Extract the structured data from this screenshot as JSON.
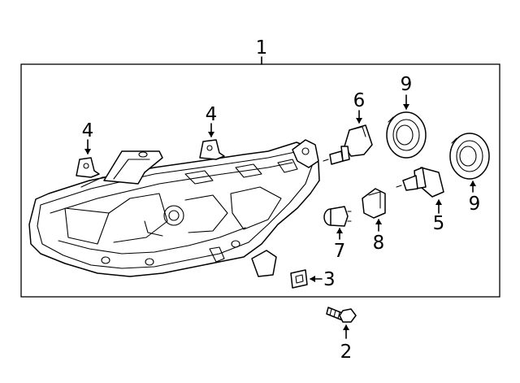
{
  "callouts": {
    "assembly": "1",
    "screw": "2",
    "clip": "3",
    "bracket_left": "4",
    "bracket_right": "4",
    "bulb_low": "5",
    "bulb_high": "6",
    "bulb_side": "7",
    "socket": "8",
    "cover_right": "9",
    "cover_top": "9"
  }
}
